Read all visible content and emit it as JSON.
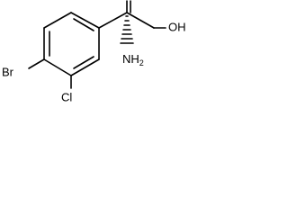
{
  "molecule": {
    "labels": {
      "bromo": "Br",
      "chloro": "Cl",
      "hydroxyl": "OH",
      "amino_main": "NH",
      "amino_subscript": "2"
    },
    "stereo_bond_type": "wedge-hashed",
    "colors": {
      "bond": "#000000",
      "text": "#000000",
      "background": "#ffffff"
    }
  }
}
